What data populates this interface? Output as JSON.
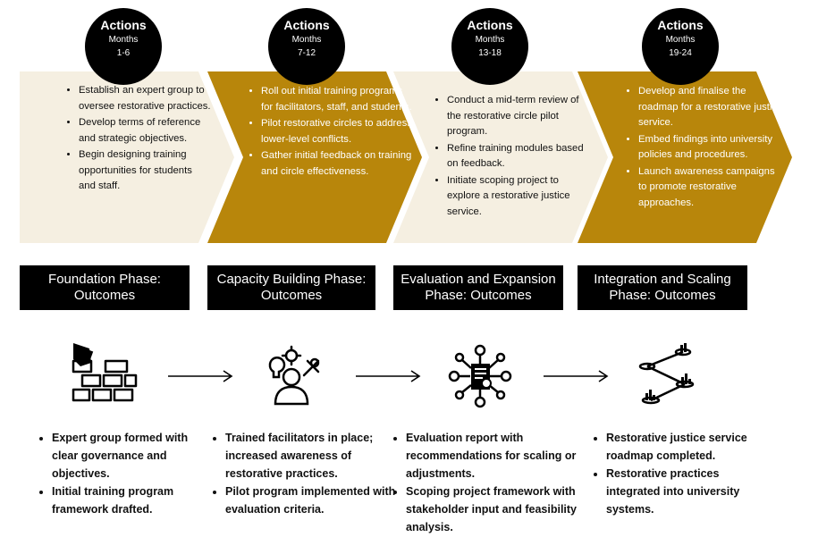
{
  "colors": {
    "cream": "#f5efe1",
    "gold": "#b8860b",
    "black": "#000000"
  },
  "timeline": [
    {
      "badge_title": "Actions",
      "badge_months_label": "Months",
      "badge_months_range": "1-6",
      "actions": [
        "Establish an expert group to oversee restorative practices.",
        "Develop terms of reference and strategic objectives.",
        "Begin designing training opportunities for students and staff."
      ],
      "phase_label": "Foundation Phase: Outcomes",
      "icon": "brick-wall-icon",
      "outcomes": [
        "Expert group formed with clear governance and objectives.",
        "Initial training program framework drafted."
      ]
    },
    {
      "badge_title": "Actions",
      "badge_months_label": "Months",
      "badge_months_range": "7-12",
      "actions": [
        "Roll out initial training programs for facilitators, staff, and students.",
        "Pilot restorative circles to address lower-level conflicts.",
        "Gather initial feedback on training and circle effectiveness."
      ],
      "phase_label": "Capacity Building Phase: Outcomes",
      "icon": "person-skills-icon",
      "outcomes": [
        "Trained facilitators in place; increased awareness of restorative practices.",
        "Pilot program implemented with evaluation criteria."
      ]
    },
    {
      "badge_title": "Actions",
      "badge_months_label": "Months",
      "badge_months_range": "13-18",
      "actions": [
        "Conduct a mid-term review of the restorative circle pilot program.",
        "Refine training modules based on feedback.",
        "Initiate scoping project to explore a restorative justice service."
      ],
      "phase_label": "Evaluation and Expansion Phase: Outcomes",
      "icon": "document-network-icon",
      "outcomes": [
        "Evaluation report with recommendations for scaling or adjustments.",
        "Scoping project framework with stakeholder input and feasibility analysis."
      ]
    },
    {
      "badge_title": "Actions",
      "badge_months_label": "Months",
      "badge_months_range": "19-24",
      "actions": [
        "Develop and finalise the roadmap for a restorative justice service.",
        "Embed findings into university policies and procedures.",
        "Launch awareness campaigns to promote restorative approaches."
      ],
      "phase_label": "Integration and Scaling Phase: Outcomes",
      "icon": "scaling-network-icon",
      "outcomes": [
        "Restorative justice service roadmap completed.",
        "Restorative practices integrated into university systems."
      ]
    }
  ]
}
